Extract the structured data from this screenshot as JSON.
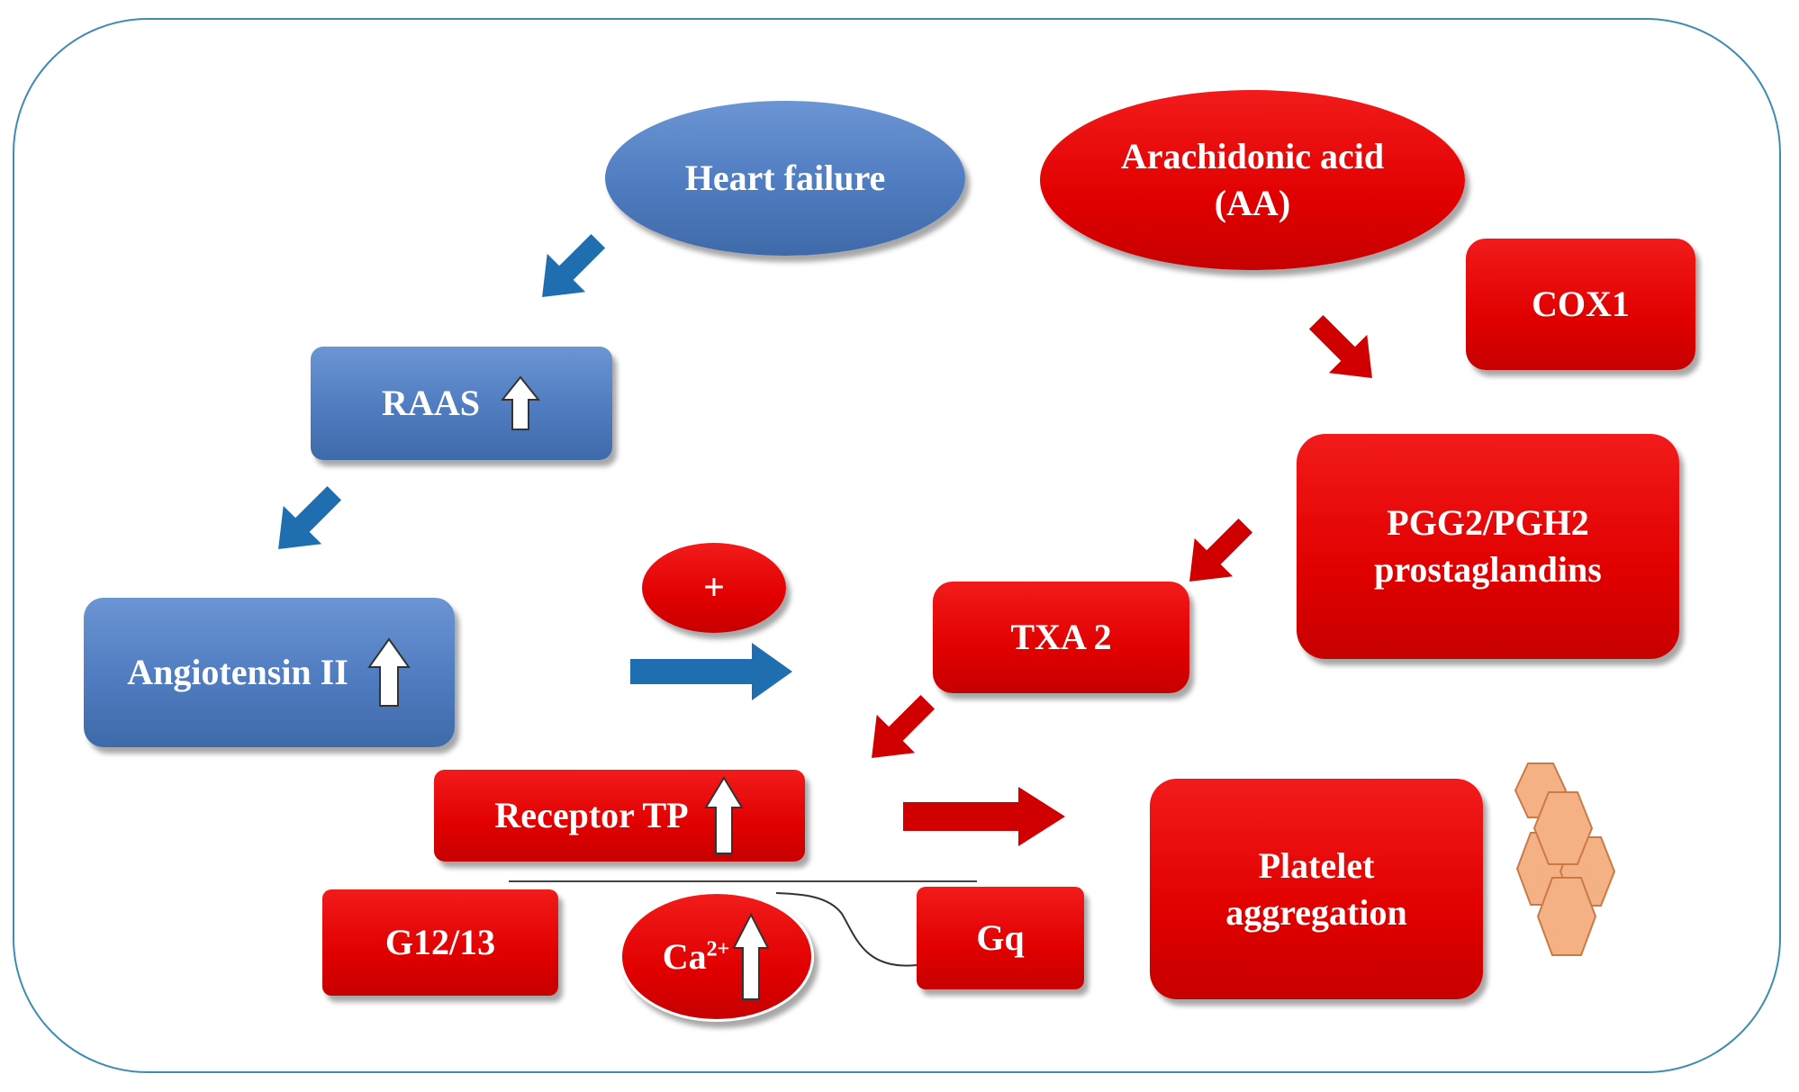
{
  "nodes": {
    "heart_failure": "Heart failure",
    "arachidonic_acid": "Arachidonic acid (AA)",
    "cox1": "COX1",
    "raas": "RAAS",
    "angiotensin": "Angiotensin II",
    "pgg2": "PGG2/PGH2 prostaglandins",
    "txa2": "TXA 2",
    "plus": "+",
    "receptor_tp": "Receptor TP",
    "g1213": "G12/13",
    "calcium_base": "Ca",
    "calcium_sup": "2+",
    "gq": "Gq",
    "platelet": "Platelet aggregation"
  },
  "colors": {
    "red": "#e10000",
    "blue": "#4f7cc0",
    "arrow_blue": "#1f6fb0",
    "frame": "#3e8bb4",
    "platelet_fill": "#f4b183",
    "platelet_stroke": "#c97a45"
  },
  "icons": {
    "increase": "white-up-arrow-icon",
    "flow": "block-arrow-icon",
    "platelet": "hexagon-cluster-icon"
  }
}
